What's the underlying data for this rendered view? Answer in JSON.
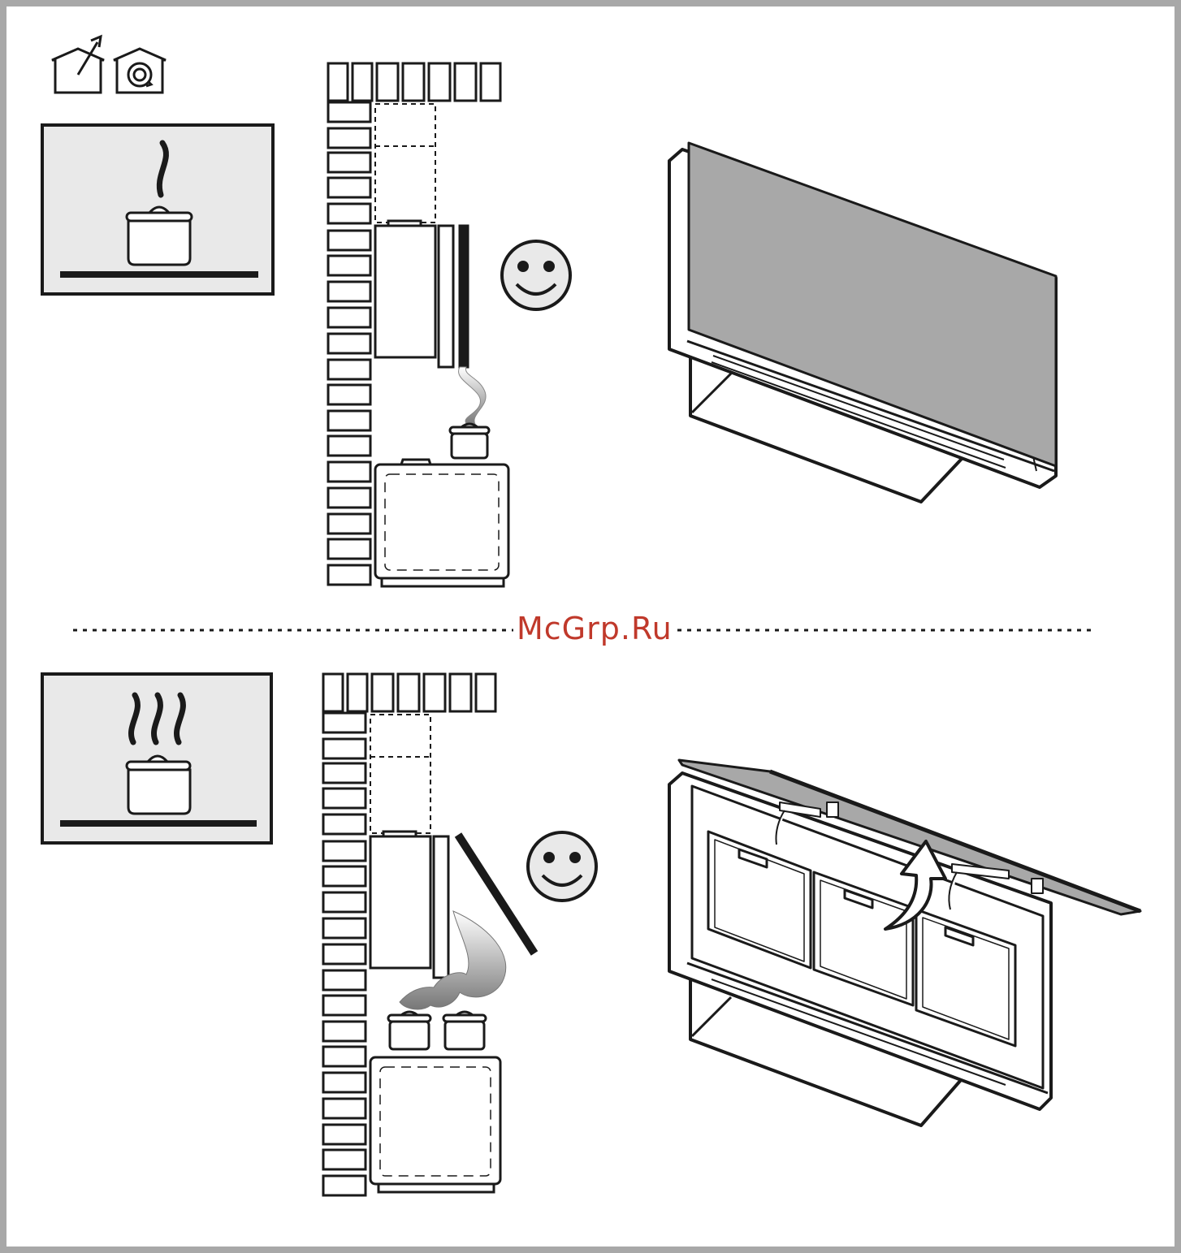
{
  "watermark": "McGrp.Ru",
  "colors": {
    "line": "#1a1a1a",
    "panel_fill": "#e9e9e9",
    "glass_fill": "#a8a8a8",
    "face_fill": "#ececec",
    "watermark": "#c0392b"
  },
  "icons": {
    "ducted_mode": "house-with-outlet-arrow-icon",
    "recirculation_mode": "house-with-circulating-air-icon",
    "low_steam": "single-steam-pot-icon",
    "high_steam": "triple-steam-pot-icon",
    "satisfied": "smiley-face-icon",
    "open_arrow": "curved-up-arrow-icon"
  },
  "sections": [
    {
      "id": "low-cooking",
      "panel_state": "closed",
      "pots": 1
    },
    {
      "id": "intensive-cooking",
      "panel_state": "open",
      "pots": 2
    }
  ]
}
